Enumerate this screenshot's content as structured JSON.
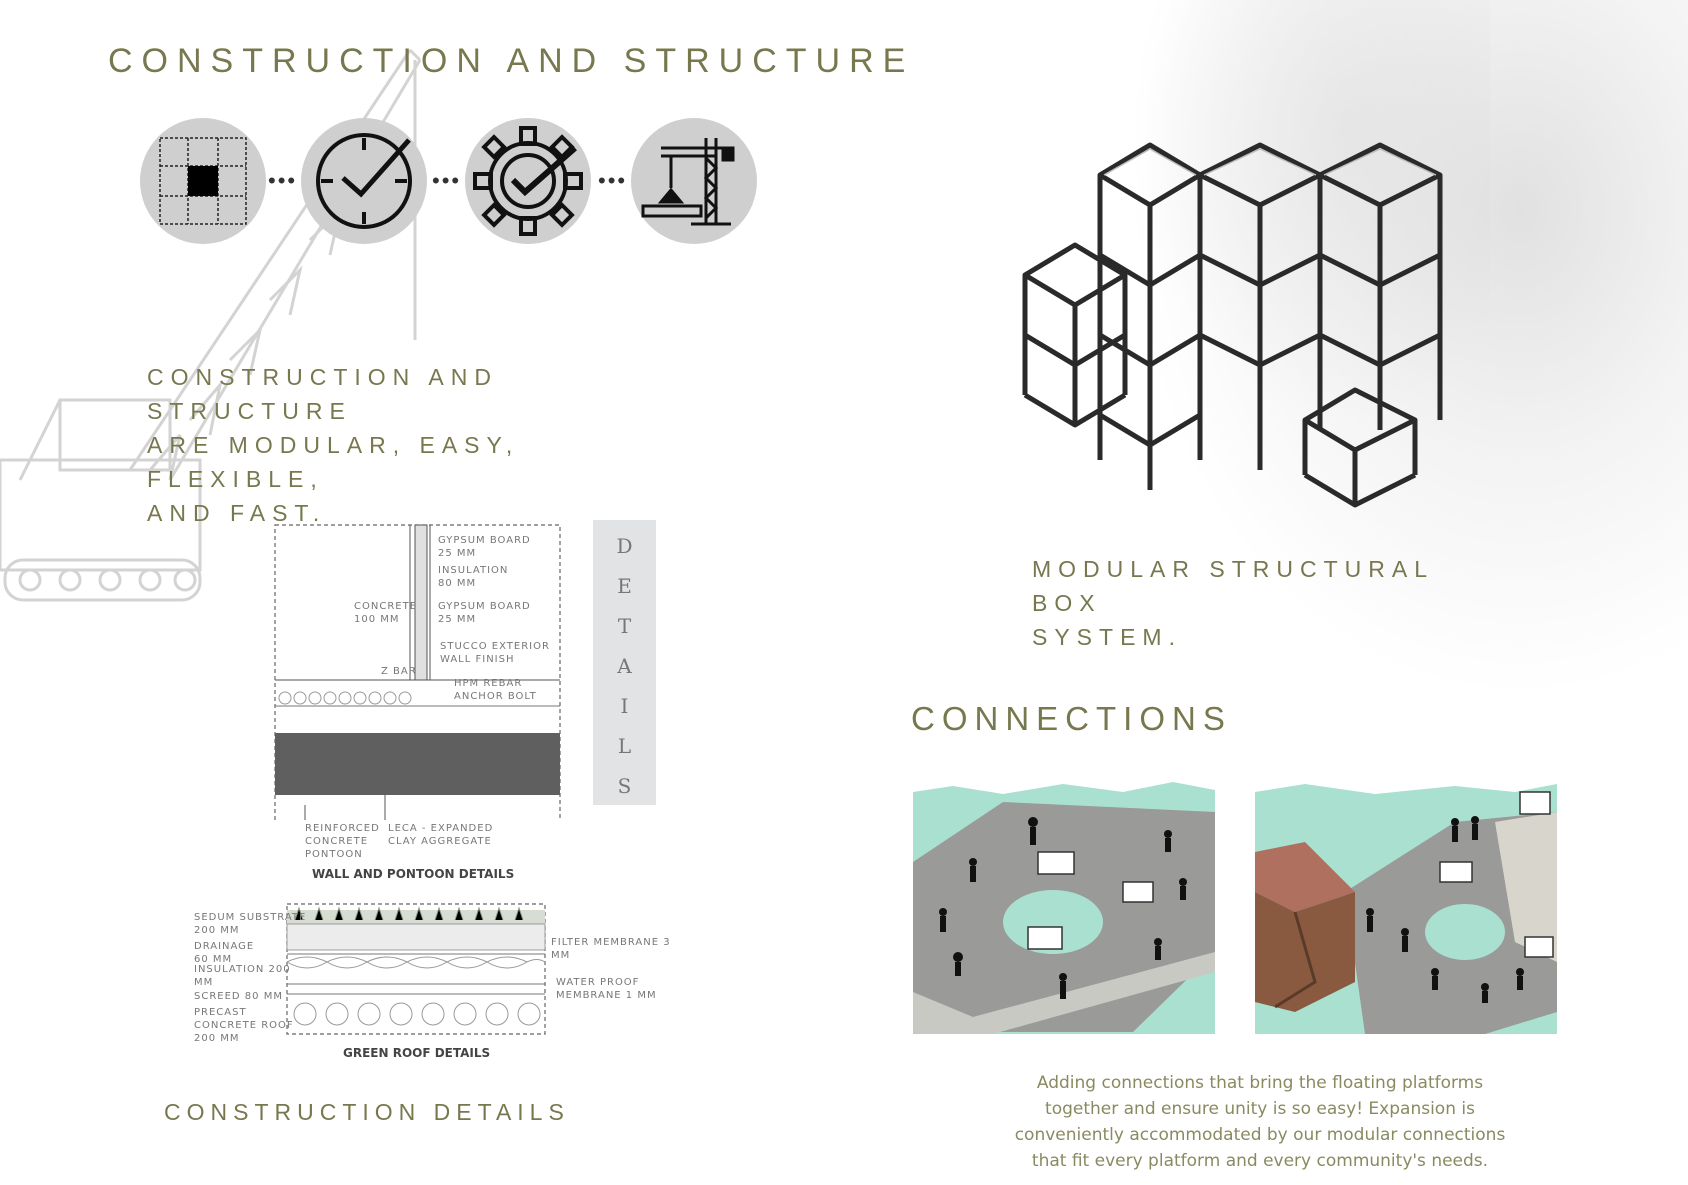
{
  "header": {
    "title": "CONSTRUCTION AND STRUCTURE",
    "subtitle_lines": [
      "CONSTRUCTION AND STRUCTURE",
      "ARE MODULAR, EASY, FLEXIBLE,",
      "AND FAST."
    ]
  },
  "icons": [
    {
      "name": "modular-grid-icon"
    },
    {
      "name": "clock-check-icon"
    },
    {
      "name": "gear-check-icon"
    },
    {
      "name": "crane-icon"
    }
  ],
  "details_sidebar": {
    "letters": [
      "D",
      "E",
      "T",
      "A",
      "I",
      "L",
      "S"
    ]
  },
  "wall_detail": {
    "caption": "WALL AND PONTOON DETAILS",
    "labels": {
      "gypsum1": [
        "GYPSUM BOARD",
        "25 MM"
      ],
      "insulation": [
        "INSULATION",
        "80 MM"
      ],
      "concrete": [
        "CONCRETE",
        "100 MM"
      ],
      "gypsum2": [
        "GYPSUM BOARD",
        "25 MM"
      ],
      "stucco": [
        "STUCCO EXTERIOR",
        "WALL FINISH"
      ],
      "zbar": [
        "Z BAR"
      ],
      "hpm": [
        "HPM REBAR",
        "ANCHOR BOLT"
      ],
      "pontoon": [
        "REINFORCED",
        "CONCRETE",
        "PONTOON"
      ],
      "leca": [
        "LECA - EXPANDED",
        "CLAY AGGREGATE"
      ]
    }
  },
  "roof_detail": {
    "caption": "GREEN ROOF DETAILS",
    "labels": {
      "sedum": [
        "SEDUM SUBSTRATE",
        "200 MM"
      ],
      "drainage": [
        "DRAINAGE",
        "60 MM"
      ],
      "insulation": [
        "INSULATION 200",
        "MM"
      ],
      "screed": [
        "SCREED 80 MM"
      ],
      "precast": [
        "PRECAST",
        "CONCRETE ROOF",
        "200 MM"
      ],
      "filter": [
        "FILTER MEMBRANE 3",
        "MM"
      ],
      "waterproof": [
        "WATER PROOF",
        "MEMBRANE 1 MM"
      ]
    }
  },
  "construction_details_title": "CONSTRUCTION DETAILS",
  "modular": {
    "lines": [
      "MODULAR STRUCTURAL BOX",
      "SYSTEM."
    ]
  },
  "connections": {
    "title": "CONNECTIONS",
    "paragraph_lines": [
      "Adding connections that bring the floating platforms",
      "together and ensure unity is so easy! Expansion is",
      "conveniently accommodated by our modular connections",
      "that fit every platform and every community's needs."
    ]
  },
  "colors": {
    "accent": "#78784f",
    "water": "#a9e0d0",
    "pavement": "#9a9a98",
    "circle": "#cfcfcf"
  }
}
